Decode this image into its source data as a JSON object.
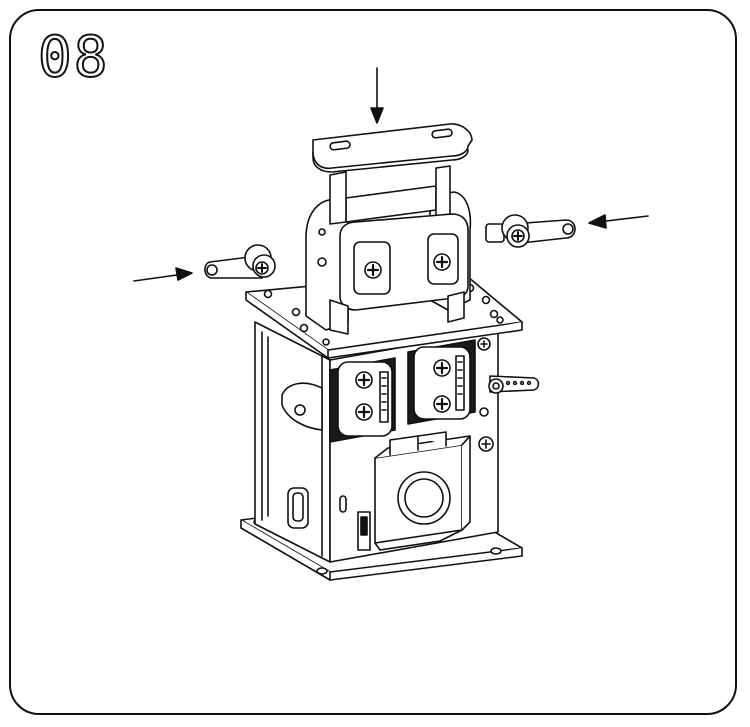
{
  "step": {
    "number": "08"
  },
  "colors": {
    "line": "#111111",
    "background": "#ffffff",
    "fill_dark": "#1a1a1a"
  },
  "parts": {
    "top_plate": "top-plate",
    "bracket": "u-bracket",
    "left_horn": "servo-horn-left",
    "right_horn": "servo-horn-right",
    "mount_plate": "top-mount-plate",
    "body": "servo-housing-body",
    "base": "base-plate",
    "motor": "motor-module"
  },
  "arrows": [
    "arrow-down",
    "arrow-left-in",
    "arrow-right-in"
  ]
}
